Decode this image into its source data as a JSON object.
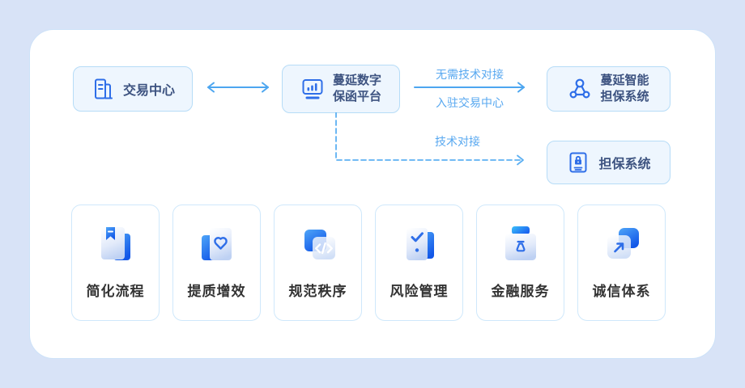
{
  "diagram": {
    "nodes": [
      {
        "id": "trading-center",
        "label": "交易中心",
        "icon": "building-icon"
      },
      {
        "id": "digital-platform",
        "lines": [
          "蔓延数字",
          "保函平台"
        ],
        "icon": "chart-board-icon"
      },
      {
        "id": "smart-guarantee",
        "lines": [
          "蔓延智能",
          "担保系统"
        ],
        "icon": "network-nodes-icon"
      },
      {
        "id": "guarantee-system",
        "label": "担保系统",
        "icon": "lock-document-icon"
      }
    ],
    "edges": [
      {
        "id": "trading-platform",
        "type": "double-arrow"
      },
      {
        "id": "platform-smart",
        "type": "solid-arrow",
        "label_top": "无需技术对接",
        "label_bottom": "入驻交易中心"
      },
      {
        "id": "platform-guarantee",
        "type": "dashed-arrow",
        "label": "技术对接"
      }
    ]
  },
  "features": [
    {
      "label": "简化流程",
      "icon": "bookmark-document-icon"
    },
    {
      "label": "提质增效",
      "icon": "heart-card-icon"
    },
    {
      "label": "规范秩序",
      "icon": "code-brackets-icon"
    },
    {
      "label": "风险管理",
      "icon": "check-card-icon"
    },
    {
      "label": "金融服务",
      "icon": "briefcase-icon"
    },
    {
      "label": "诚信体系",
      "icon": "arrow-up-right-icon"
    }
  ],
  "colors": {
    "page_background": "#d8e3f7",
    "panel_background": "#ffffff",
    "node_background": "#eef6fe",
    "node_border": "#b6dcf7",
    "node_text": "#3d5380",
    "icon_blue": "#2e6ee8",
    "arrow_blue": "#4da6f0",
    "edge_label_blue": "#58a8f0",
    "feature_text": "#333333",
    "card_border": "#cfe8fb"
  }
}
